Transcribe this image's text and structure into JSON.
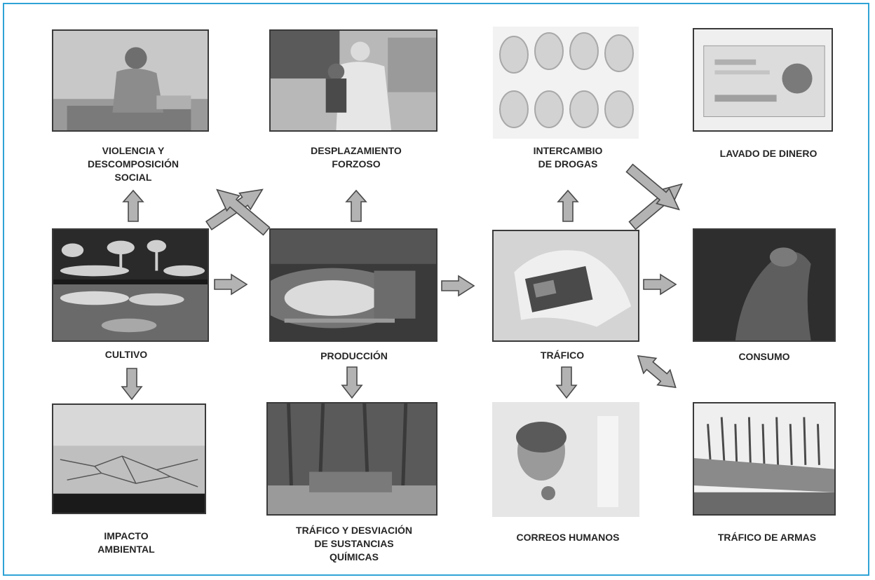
{
  "diagram": {
    "nodes": {
      "violencia": "VIOLENCIA Y\nDESCOMPOSICIÓN\nSOCIAL",
      "desplazamiento": "DESPLAZAMIENTO\nFORZOSO",
      "intercambio": "INTERCAMBIO\nDE DROGAS",
      "lavado": "LAVADO DE  DINERO",
      "cultivo": "CULTIVO",
      "produccion": "PRODUCCIÓN",
      "trafico": "TRÁFICO",
      "consumo": "CONSUMO",
      "impacto": "IMPACTO\nAMBIENTAL",
      "quimicos": "TRÁFICO Y DESVIACIÓN\nDE SUSTANCIAS\nQUÍMICAS",
      "correos": "CORREOS HUMANOS",
      "armas": "TRÁFICO DE ARMAS"
    },
    "edges": [
      {
        "from": "cultivo",
        "to": "violencia"
      },
      {
        "from": "cultivo",
        "to": "desplazamiento"
      },
      {
        "from": "cultivo",
        "to": "produccion"
      },
      {
        "from": "cultivo",
        "to": "impacto"
      },
      {
        "from": "produccion",
        "to": "violencia"
      },
      {
        "from": "produccion",
        "to": "desplazamiento"
      },
      {
        "from": "produccion",
        "to": "trafico"
      },
      {
        "from": "produccion",
        "to": "quimicos"
      },
      {
        "from": "trafico",
        "to": "intercambio"
      },
      {
        "from": "trafico",
        "to": "lavado"
      },
      {
        "from": "trafico",
        "to": "consumo"
      },
      {
        "from": "trafico",
        "to": "correos"
      },
      {
        "from": "trafico",
        "to": "armas",
        "bidirectional": true
      },
      {
        "from": "intercambio",
        "to": "consumo"
      }
    ]
  }
}
